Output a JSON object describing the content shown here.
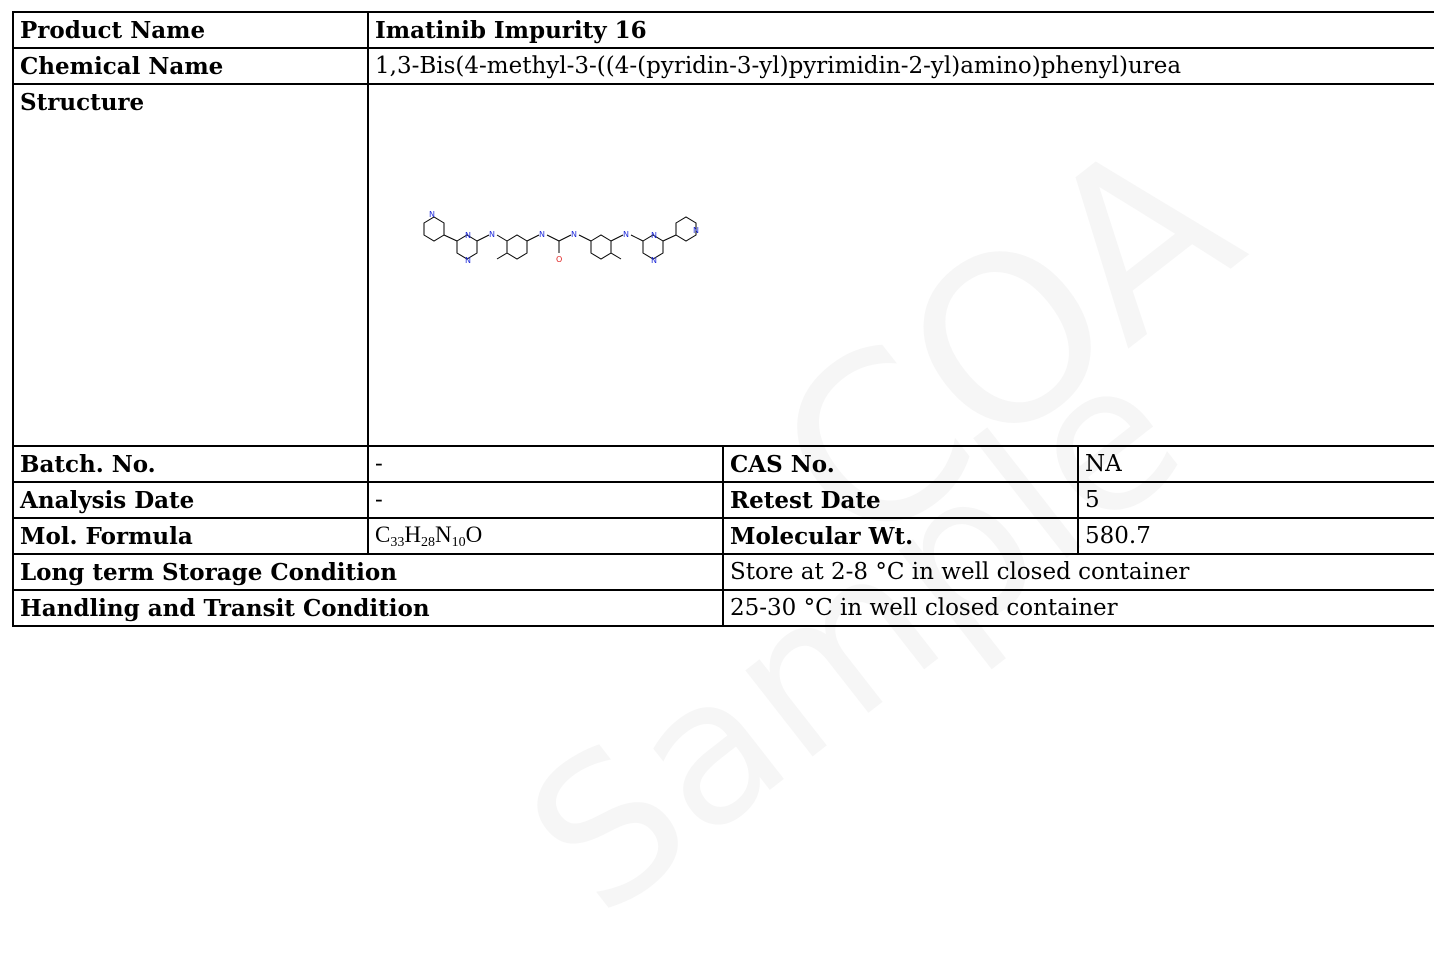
{
  "product_name": {
    "label": "Product Name",
    "value": "Imatinib Impurity 16"
  },
  "chemical_name": {
    "label": "Chemical Name",
    "value": "1,3-Bis(4-methyl-3-((4-(pyridin-3-yl)pyrimidin-2-yl)amino)phenyl)urea"
  },
  "structure": {
    "label": "Structure",
    "atoms": {
      "N": "N",
      "O": "O"
    },
    "colors": {
      "nitrogen": "#1f2bd9",
      "oxygen": "#e02020"
    }
  },
  "batch_no": {
    "label": "Batch. No.",
    "value": "-"
  },
  "cas_no": {
    "label": "CAS No.",
    "value": "NA"
  },
  "analysis_date": {
    "label": "Analysis Date",
    "value": "-"
  },
  "retest_date": {
    "label": "Retest Date",
    "value": "5"
  },
  "mol_formula": {
    "label": "Mol. Formula",
    "c": "C",
    "c_count": "33",
    "h": "H",
    "h_count": "28",
    "n": "N",
    "n_count": "10",
    "o": "O"
  },
  "molecular_wt": {
    "label": "Molecular Wt.",
    "value": "580.7"
  },
  "storage": {
    "label": "Long term Storage Condition",
    "value": "Store at 2-8 °C in well closed container"
  },
  "handling": {
    "label": "Handling and Transit Condition",
    "value": "25-30 °C in well closed container"
  }
}
